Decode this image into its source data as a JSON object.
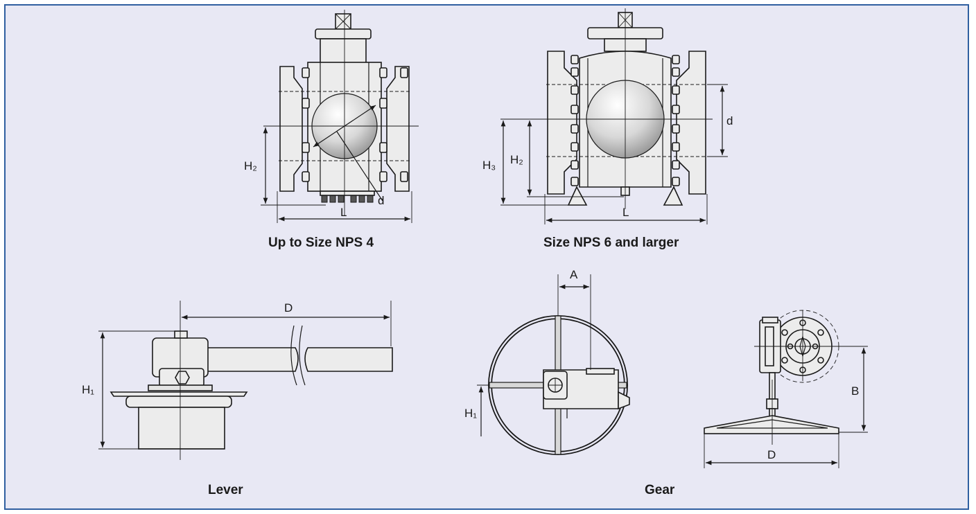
{
  "captions": {
    "view1": "Up to Size NPS 4",
    "view2": "Size NPS 6 and larger",
    "view3": "Lever",
    "view4": "Gear"
  },
  "dims": {
    "v1_h2": "H₂",
    "v1_d": "d",
    "v1_l": "L",
    "v2_d": "d",
    "v2_h3": "H₃",
    "v2_h2": "H₂",
    "v2_l": "L",
    "v3_d": "D",
    "v3_h1": "H₁",
    "v4_a": "A",
    "v4_h1": "H₁",
    "v4_b": "B",
    "v4_d": "D"
  },
  "colors": {
    "border": "#2f5fa0",
    "panel_bg": "#e8e8f4"
  }
}
